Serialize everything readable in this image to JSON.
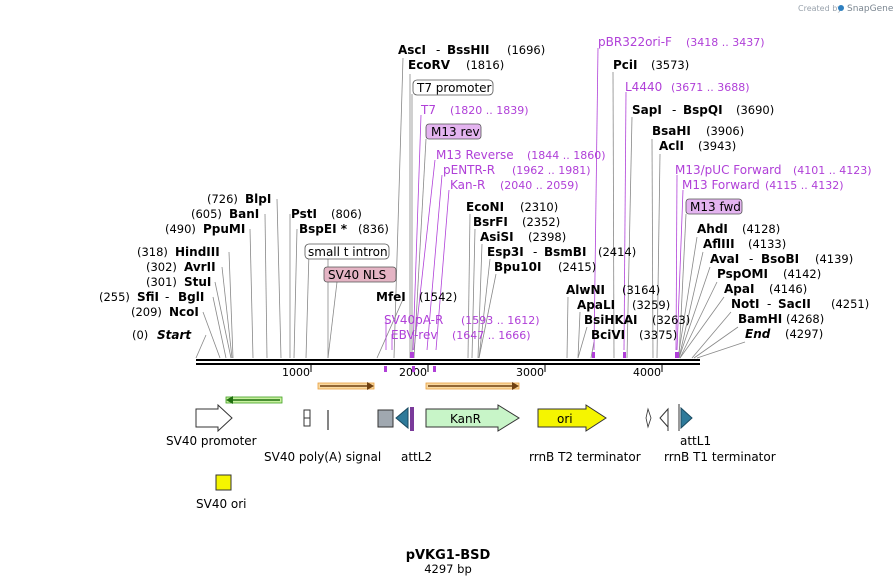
{
  "map": {
    "name": "pVKG1-BSD",
    "length_label": "4297 bp",
    "credit_prefix": "Created by",
    "credit_brand": "SnapGene",
    "ticks": [
      "1000",
      "2000",
      "3000",
      "4000"
    ]
  },
  "sites": [
    {
      "id": "start",
      "pos": "(0)",
      "name": "Start",
      "italic": true
    },
    {
      "id": "ncoi",
      "pos": "(209)",
      "name": "NcoI"
    },
    {
      "id": "sfii",
      "pos": "(255)",
      "name": "SfiI",
      "name2": "BglI"
    },
    {
      "id": "stui",
      "pos": "(301)",
      "name": "StuI"
    },
    {
      "id": "avrii",
      "pos": "(302)",
      "name": "AvrII"
    },
    {
      "id": "hindiii",
      "pos": "(318)",
      "name": "HindIII"
    },
    {
      "id": "ppumi",
      "pos": "(490)",
      "name": "PpuMI"
    },
    {
      "id": "bani",
      "pos": "(605)",
      "name": "BanI"
    },
    {
      "id": "blpi",
      "pos": "(726)",
      "name": "BlpI"
    },
    {
      "id": "psti",
      "pos": "(806)",
      "name": "PstI"
    },
    {
      "id": "bspei",
      "pos": "(836)",
      "name": "BspEI *"
    },
    {
      "id": "mfei",
      "pos": "(1542)",
      "name": "MfeI"
    },
    {
      "id": "asci",
      "pos": "(1696)",
      "name": "AscI",
      "name2": "BssHII"
    },
    {
      "id": "ecorv",
      "pos": "(1816)",
      "name": "EcoRV"
    },
    {
      "id": "econi",
      "pos": "(2310)",
      "name": "EcoNI"
    },
    {
      "id": "bsrfi",
      "pos": "(2352)",
      "name": "BsrFI"
    },
    {
      "id": "asisi",
      "pos": "(2398)",
      "name": "AsiSI"
    },
    {
      "id": "esp3i",
      "pos": "(2414)",
      "name": "Esp3I",
      "name2": "BsmBI"
    },
    {
      "id": "bpu10i",
      "pos": "(2415)",
      "name": "Bpu10I"
    },
    {
      "id": "alwni",
      "pos": "(3164)",
      "name": "AlwNI"
    },
    {
      "id": "apali",
      "pos": "(3259)",
      "name": "ApaLI"
    },
    {
      "id": "bsihkai",
      "pos": "(3263)",
      "name": "BsiHKAI"
    },
    {
      "id": "bcivi",
      "pos": "(3375)",
      "name": "BciVI"
    },
    {
      "id": "pcii",
      "pos": "(3573)",
      "name": "PciI"
    },
    {
      "id": "sapi",
      "pos": "(3690)",
      "name": "SapI",
      "name2": "BspQI"
    },
    {
      "id": "bsahi",
      "pos": "(3906)",
      "name": "BsaHI"
    },
    {
      "id": "acli",
      "pos": "(3943)",
      "name": "AclI"
    },
    {
      "id": "ahdi",
      "pos": "(4128)",
      "name": "AhdI"
    },
    {
      "id": "afliii",
      "pos": "(4133)",
      "name": "AflIII"
    },
    {
      "id": "avai",
      "pos": "(4139)",
      "name": "AvaI",
      "name2": "BsoBI"
    },
    {
      "id": "pspomi",
      "pos": "(4142)",
      "name": "PspOMI"
    },
    {
      "id": "apai",
      "pos": "(4146)",
      "name": "ApaI"
    },
    {
      "id": "noti",
      "pos": "(4251)",
      "name": "NotI",
      "name2": "SacII"
    },
    {
      "id": "bamhi",
      "pos": "(4268)",
      "name": "BamHI"
    },
    {
      "id": "end",
      "pos": "(4297)",
      "name": "End",
      "italic": true
    }
  ],
  "primers": [
    {
      "id": "pbr322ori-f",
      "name": "pBR322ori-F",
      "range": "(3418 .. 3437)"
    },
    {
      "id": "l4440",
      "name": "L4440",
      "range": "(3671 .. 3688)"
    },
    {
      "id": "t7",
      "name": "T7",
      "range": "(1820 .. 1839)"
    },
    {
      "id": "m13-reverse",
      "name": "M13 Reverse",
      "range": "(1844 .. 1860)"
    },
    {
      "id": "pentr-r",
      "name": "pENTR-R",
      "range": "(1962 .. 1981)"
    },
    {
      "id": "kan-r",
      "name": "Kan-R",
      "range": "(2040 .. 2059)"
    },
    {
      "id": "m13puc-forward",
      "name": "M13/pUC Forward",
      "range": "(4101 .. 4123)"
    },
    {
      "id": "m13-forward",
      "name": "M13 Forward",
      "range": "(4115 .. 4132)"
    },
    {
      "id": "sv40pa-r",
      "name": "SV40pA-R",
      "range": "(1593 .. 1612)"
    },
    {
      "id": "ebv-rev",
      "name": "EBV-rev",
      "range": "(1647 .. 1666)"
    }
  ],
  "boxed_labels": {
    "t7_promoter": "T7 promoter",
    "m13_rev": "M13 rev",
    "small_t_intron": "small t intron",
    "sv40_nls": "SV40 NLS",
    "m13_fwd": "M13 fwd"
  },
  "features": {
    "sv40_promoter": "SV40 promoter",
    "sv40_polya": "SV40 poly(A) signal",
    "attl2": "attL2",
    "kanr": "KanR",
    "ori": "ori",
    "rrnb_t2": "rrnB T2 terminator",
    "rrnb_t1": "rrnB T1 terminator",
    "attl1": "attL1",
    "sv40_ori": "SV40 ori"
  },
  "colors": {
    "primer": "#b040d8",
    "kanr": "#c8f5c8",
    "ori": "#f5f500",
    "sv40_ori": "#f5f500",
    "att": "#2e7a9a",
    "orf_orange": "#e8a040",
    "orf_green": "#40a020",
    "primer_box": "#e4b4f0",
    "nls_box": "#e4b4c4"
  }
}
